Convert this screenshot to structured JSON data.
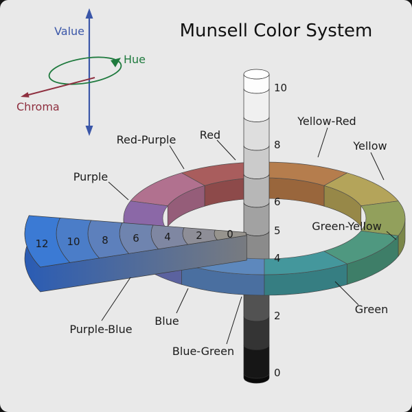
{
  "title": "Munsell Color System",
  "axes_widget": {
    "value_label": "Value",
    "hue_label": "Hue",
    "chroma_label": "Chroma",
    "value_color": "#3a56a8",
    "hue_color": "#1f7a3e",
    "chroma_color": "#8e2f3f"
  },
  "value_scale": {
    "labels": [
      "10",
      "8",
      "6",
      "5",
      "4",
      "2",
      "0"
    ]
  },
  "chroma_scale": {
    "labels": [
      "12",
      "10",
      "8",
      "6",
      "4",
      "2",
      "0"
    ]
  },
  "hue_labels": {
    "red": "Red",
    "yellow_red": "Yellow-Red",
    "yellow": "Yellow",
    "green_yellow": "Green-Yellow",
    "green": "Green",
    "blue_green": "Blue-Green",
    "blue": "Blue",
    "purple_blue": "Purple-Blue",
    "purple": "Purple",
    "red_purple": "Red-Purple"
  },
  "colors": {
    "background": "#e9e9e9",
    "ring": {
      "red": "#a95d5d",
      "red_wall": "#8d4a4a",
      "yellow_red": "#b57d4d",
      "yellow_red_wall": "#99663c",
      "yellow": "#b4a45a",
      "yellow_wall": "#978848",
      "green_yellow": "#92a05c",
      "green_yellow_wall": "#7b8749",
      "green": "#4f9880",
      "green_wall": "#3e7e68",
      "blue_green": "#44979c",
      "blue_green_wall": "#367e82",
      "blue": "#5d88bd",
      "blue_wall": "#4a6fa0",
      "purple_blue": "#6f78bc",
      "purple_blue_wall": "#5b629f",
      "purple": "#8b68a7",
      "purple_wall": "#73568b",
      "red_purple": "#b1718f",
      "red_purple_wall": "#955d79"
    },
    "arm": {
      "c12": "#3b7ad4",
      "c10": "#4b7dc8",
      "c8": "#5d80bc",
      "c6": "#6f84af",
      "c4": "#7f87a2",
      "c2": "#8e8e97",
      "c0": "#97948e",
      "front_left": "#2a5cb4",
      "front_right": "#787b80"
    },
    "pole": {
      "cap": "#ffffff",
      "top": "#fdfdfd",
      "segments": [
        "#f0f0f0",
        "#dedede",
        "#cbcbcb",
        "#b7b7b7",
        "#a2a2a2",
        "#8b8b8b",
        "#6f6f6f",
        "#525252",
        "#343434",
        "#161616"
      ],
      "stub": "#0a0a0a"
    }
  }
}
